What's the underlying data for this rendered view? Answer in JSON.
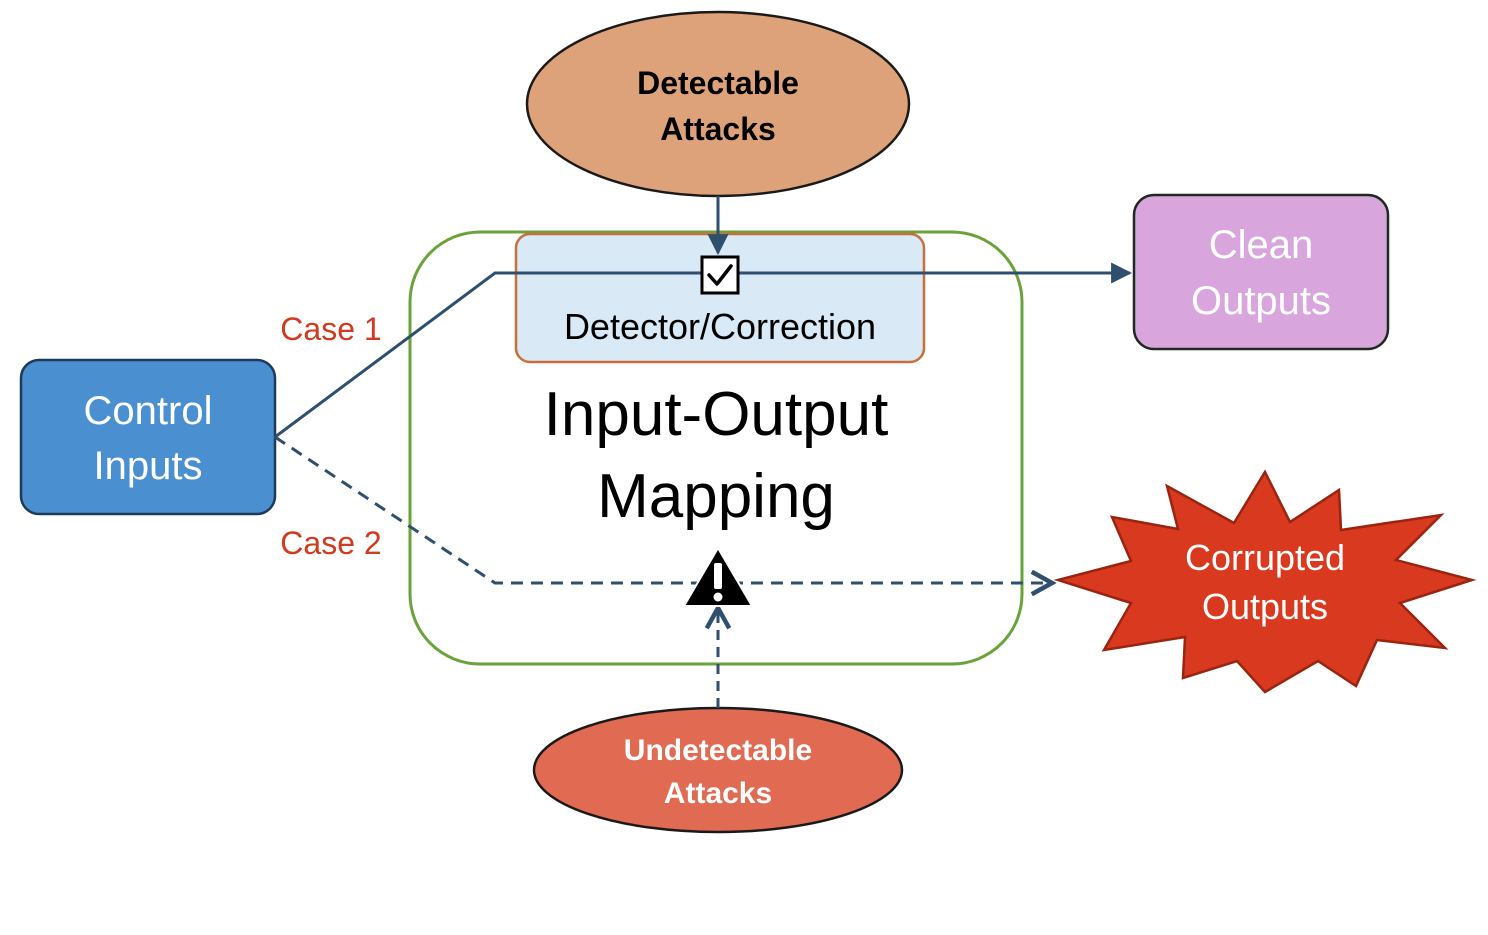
{
  "nodes": {
    "control_inputs": {
      "line1": "Control",
      "line2": "Inputs"
    },
    "clean_outputs": {
      "line1": "Clean",
      "line2": "Outputs"
    },
    "corrupted_outputs": {
      "line1": "Corrupted",
      "line2": "Outputs"
    },
    "detectable_attacks": {
      "line1": "Detectable",
      "line2": "Attacks"
    },
    "undetectable_attacks": {
      "line1": "Undetectable",
      "line2": "Attacks"
    },
    "detector": {
      "label": "Detector/Correction"
    },
    "mapping": {
      "line1": "Input-Output",
      "line2": "Mapping"
    }
  },
  "labels": {
    "case1": "Case 1",
    "case2": "Case 2"
  },
  "icons": {
    "checkbox": "checkbox-checked-icon",
    "warning": "warning-triangle-icon"
  },
  "colors": {
    "control_fill": "#4a8fcf",
    "clean_fill": "#d8a5dc",
    "corrupted_fill": "#d93a1f",
    "detectable_fill": "#dea27a",
    "undetectable_fill": "#e06a52",
    "detector_fill": "#d9e9f5",
    "detector_border": "#c8703c",
    "mapping_border": "#6aa33a",
    "arrow": "#2f4f6f",
    "case_label": "#d13a1f"
  }
}
